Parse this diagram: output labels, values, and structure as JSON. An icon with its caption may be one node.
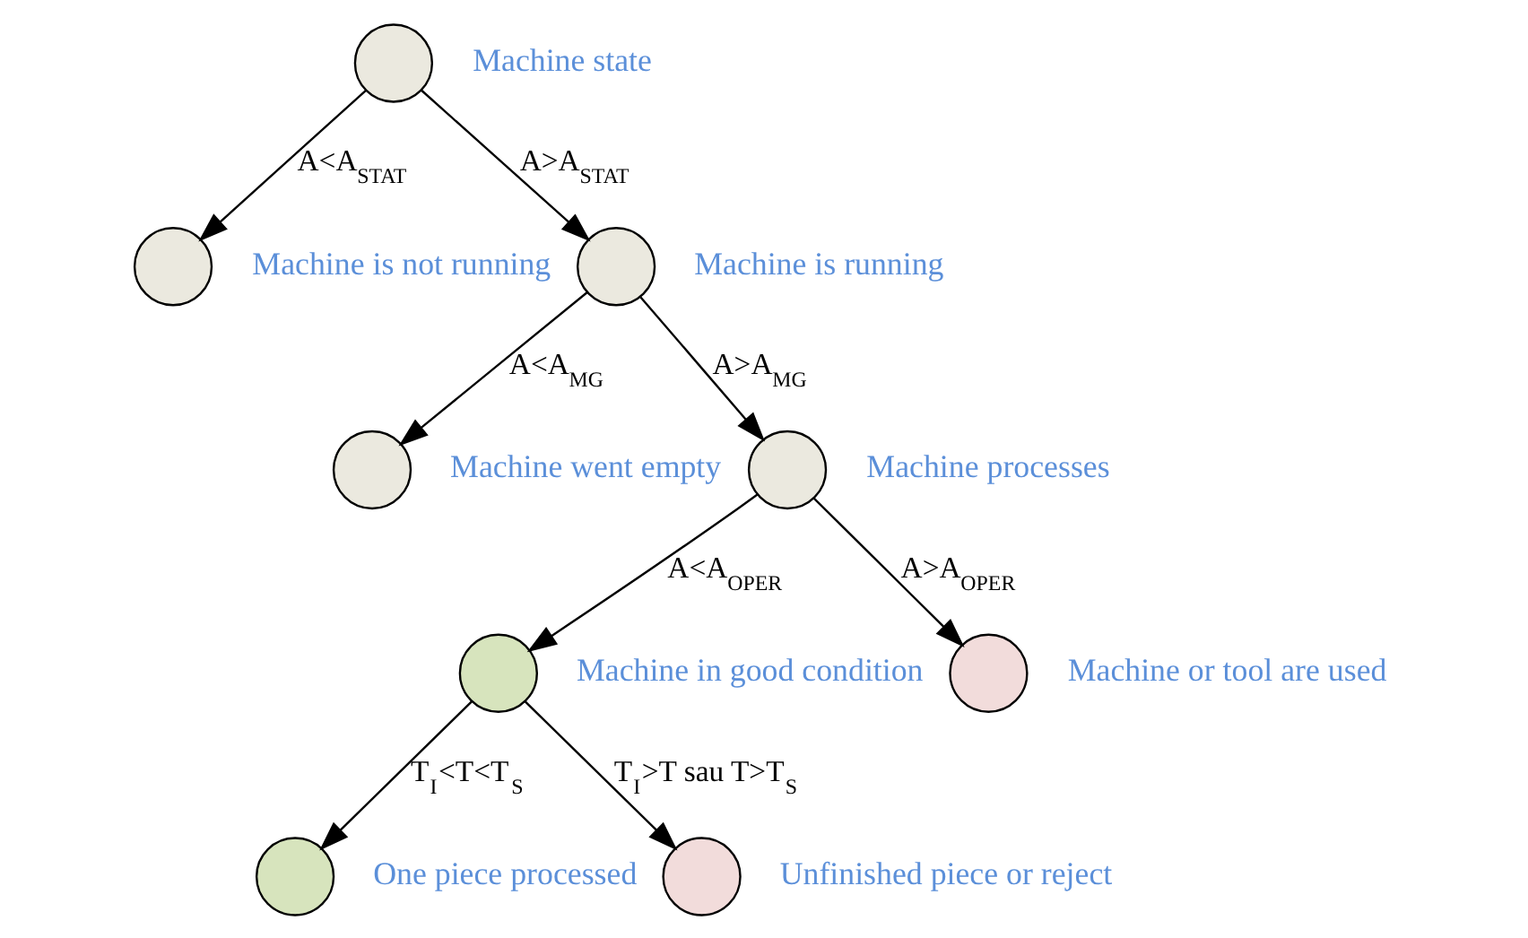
{
  "diagram": {
    "nodes": [
      {
        "text": [],
        "shape": "circle",
        "beside": [
          "Machine state"
        ]
      },
      {
        "text": [],
        "shape": "circle",
        "beside": [
          "Machine is not running"
        ]
      },
      {
        "text": [],
        "shape": "circle",
        "beside": [
          "Machine is running"
        ]
      },
      {
        "text": [],
        "shape": "circle",
        "beside": [
          "Machine went empty"
        ]
      },
      {
        "text": [],
        "shape": "circle",
        "beside": [
          "Machine processes"
        ]
      },
      {
        "text": [],
        "shape": "circle",
        "beside": [
          "Machine in good condition"
        ]
      },
      {
        "text": [],
        "shape": "circle",
        "beside": [
          "Machine or tool are used"
        ]
      },
      {
        "text": [],
        "shape": "circle",
        "beside": [
          "One piece processed"
        ]
      },
      {
        "text": [],
        "shape": "circle",
        "beside": [
          "Unfinished piece or reject"
        ]
      }
    ],
    "edges": [
      {
        "from": 0,
        "to": 1,
        "arrow": "to",
        "label": "A<A$_{STAT}$"
      },
      {
        "from": 0,
        "to": 2,
        "arrow": "to",
        "label": "A>A$_{STAT}$"
      },
      {
        "from": 2,
        "to": 3,
        "arrow": "to",
        "label": "A<A$_{MG}$"
      },
      {
        "from": 2,
        "to": 4,
        "arrow": "to",
        "label": "A>A$_{MG}$"
      },
      {
        "from": 4,
        "to": 5,
        "arrow": "to",
        "label": "A<A$_{OPER}$"
      },
      {
        "from": 4,
        "to": 6,
        "arrow": "to",
        "label": "A>A$_{OPER}$"
      },
      {
        "from": 5,
        "to": 7,
        "arrow": "to",
        "label": "T$_{I}$<T<T$_{S}$"
      },
      {
        "from": 5,
        "to": 8,
        "arrow": "to",
        "label": "T$_{I}$>T sau T>T$_{S}$"
      }
    ]
  }
}
